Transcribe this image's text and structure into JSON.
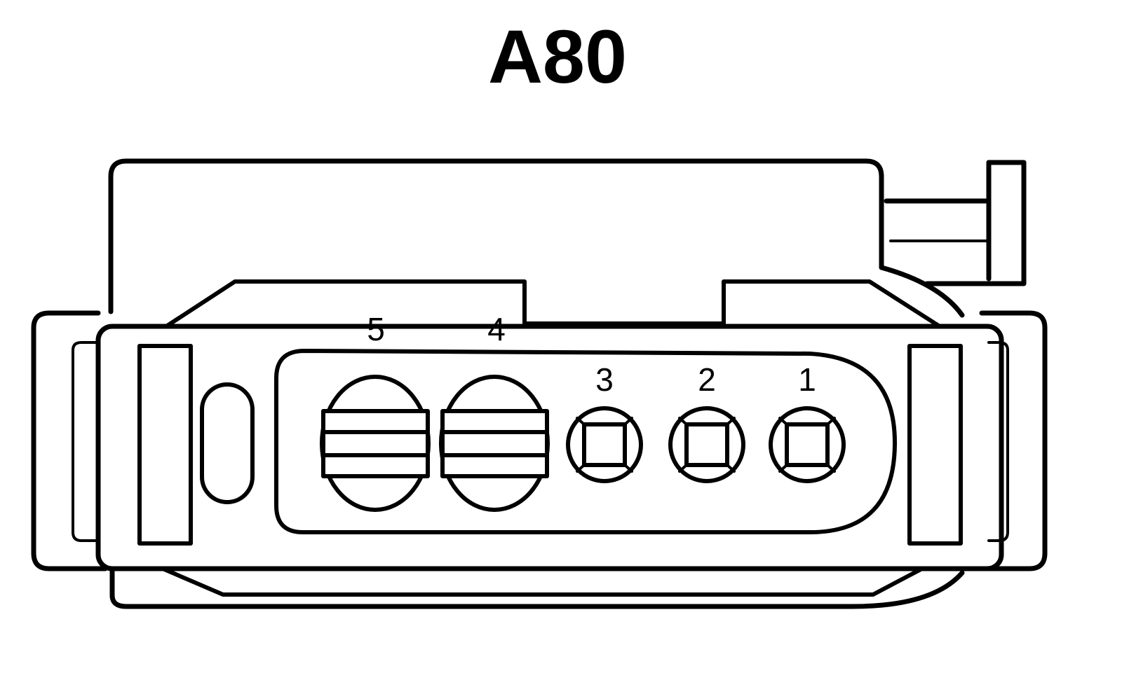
{
  "diagram": {
    "title": "A80",
    "line_color": "#000000",
    "background_color": "#ffffff",
    "pins": [
      {
        "number": "5",
        "shape": "large-round"
      },
      {
        "number": "4",
        "shape": "large-round"
      },
      {
        "number": "3",
        "shape": "small-square-in-circle"
      },
      {
        "number": "2",
        "shape": "small-square-in-circle"
      },
      {
        "number": "1",
        "shape": "small-square-in-circle"
      }
    ]
  }
}
